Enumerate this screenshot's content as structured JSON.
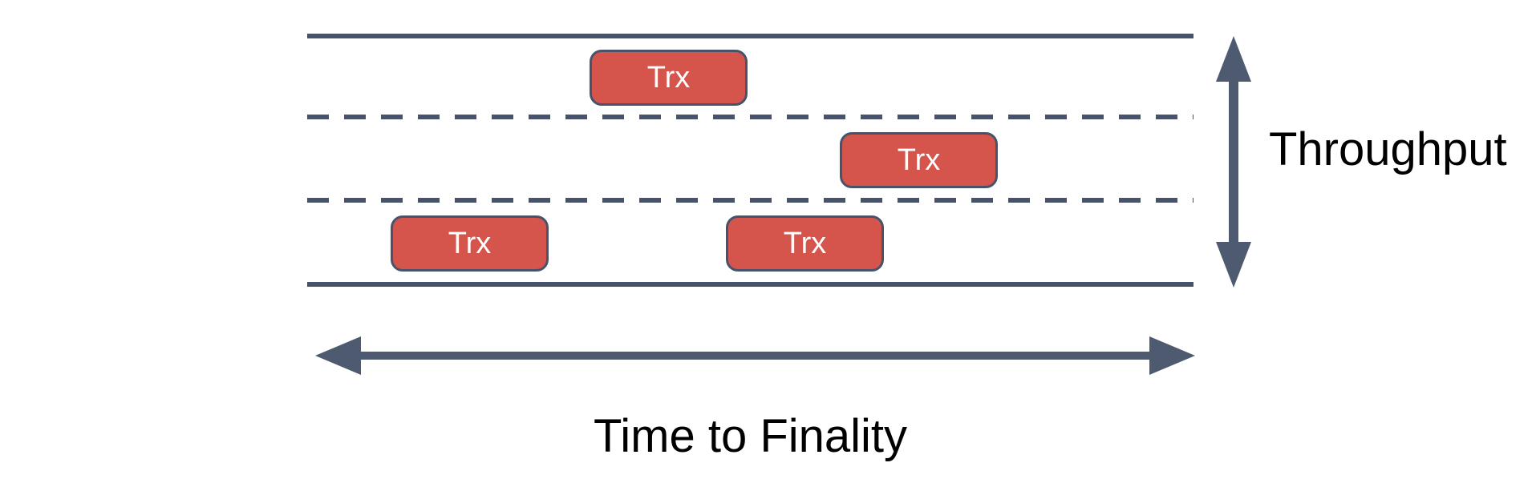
{
  "colors": {
    "background": "#FFFFFF",
    "road_line": "#47536B",
    "arrow": "#4D5A70",
    "trx_fill": "#D5544C",
    "trx_border": "#47536B",
    "trx_text": "#FFFFFF",
    "label_text": "#000000"
  },
  "diagram": {
    "description": "Road-style diagram: three lanes bounded by solid edge lines with dashed lane dividers, containing transaction blocks",
    "road": {
      "lane_count": 3,
      "edge_line_style": "solid",
      "divider_line_style": "dashed"
    },
    "transactions": [
      {
        "label": "Trx",
        "lane": 1
      },
      {
        "label": "Trx",
        "lane": 2
      },
      {
        "label": "Trx",
        "lane": 3
      },
      {
        "label": "Trx",
        "lane": 3
      }
    ],
    "axes": {
      "vertical": {
        "label": "Throughput",
        "arrow": "double-headed"
      },
      "horizontal": {
        "label": "Time to Finality",
        "arrow": "double-headed"
      }
    }
  }
}
